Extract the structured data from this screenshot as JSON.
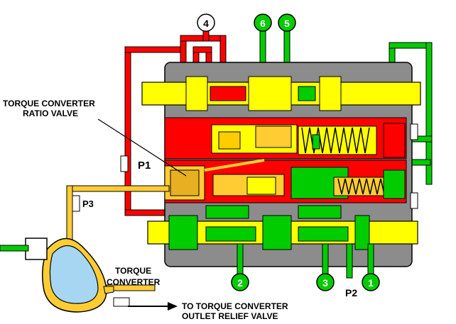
{
  "colors": {
    "pressure_red": "#ff0000",
    "lube_yellow": "#ffff00",
    "converter_gold": "#ffcc33",
    "return_green": "#00cc00",
    "housing_gray": "#8c8c8c",
    "fluid_blue": "#a6d6f2"
  },
  "labels": {
    "ratio_valve_line1": "TORQUE CONVERTER",
    "ratio_valve_line2": "RATIO VALVE",
    "p1": "P1",
    "p2": "P2",
    "p3": "P3",
    "converter_line1": "TORQUE",
    "converter_line2": "CONVERTER",
    "outlet_line1": "TO TORQUE CONVERTER",
    "outlet_line2": "OUTLET RELIEF VALVE"
  },
  "ports": {
    "port_1": "1",
    "port_2": "2",
    "port_3": "3",
    "port_4": "4",
    "port_5": "5",
    "port_6": "6"
  }
}
